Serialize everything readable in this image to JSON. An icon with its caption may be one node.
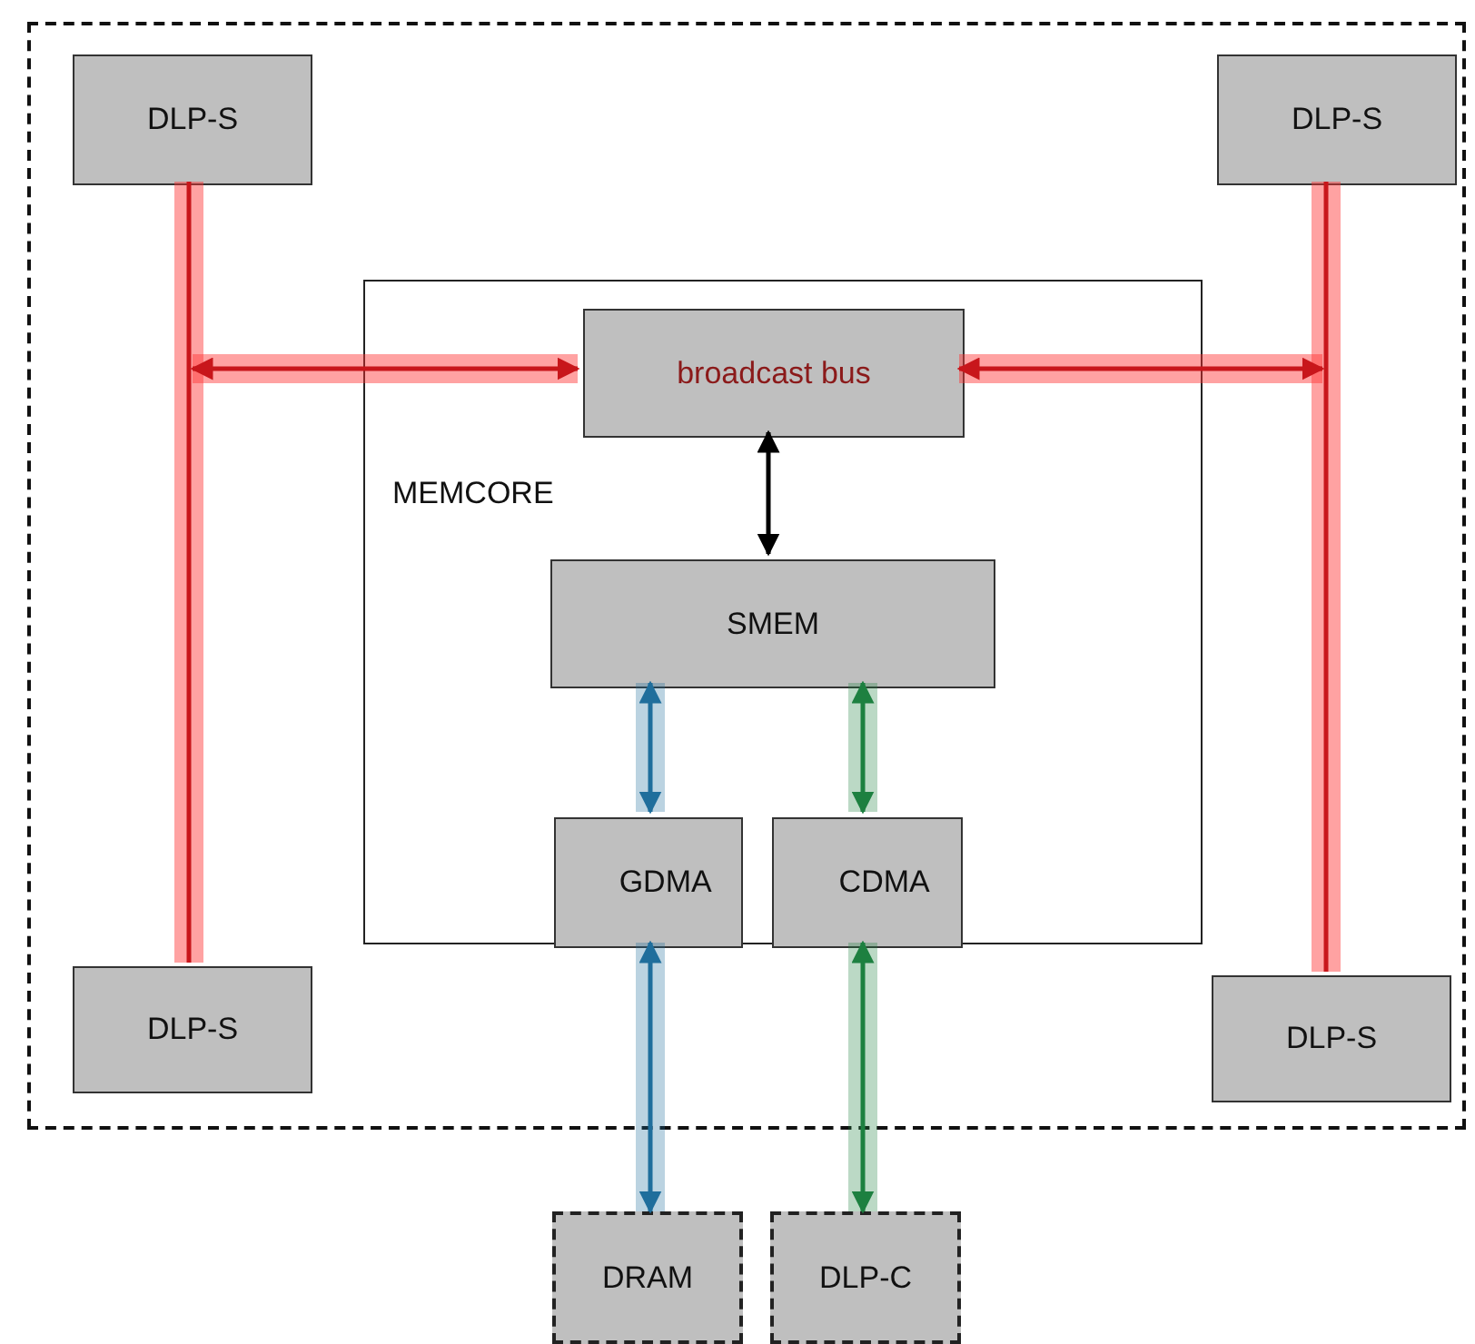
{
  "diagram": {
    "nodes": [
      {
        "text": [],
        "shape": "box"
      },
      {
        "text": [
          "DLP-S"
        ],
        "in": 0
      },
      {
        "text": [
          "DLP-S"
        ],
        "in": 0
      },
      {
        "text": [
          "MEMCORE"
        ],
        "in": 0
      },
      {
        "text": [
          "broadcast bus"
        ],
        "in": 3
      },
      {
        "text": [
          "SMEM"
        ],
        "in": 3
      },
      {
        "text": [
          "GDMA"
        ],
        "in": 3
      },
      {
        "text": [
          "CDMA"
        ],
        "in": 3
      },
      {
        "text": [
          "DLP-S"
        ],
        "in": 0
      },
      {
        "text": [
          "DLP-S"
        ],
        "in": 0
      },
      {
        "text": [
          "DRAM"
        ]
      },
      {
        "text": [
          "DLP-C"
        ]
      }
    ],
    "edges": [
      {
        "from": 1,
        "to": 8,
        "arrow": "none"
      },
      {
        "from": 2,
        "to": 9,
        "arrow": "none"
      },
      {
        "from": null,
        "to": 4,
        "arrow": "both"
      },
      {
        "from": null,
        "to": 4,
        "arrow": "both"
      },
      {
        "from": 4,
        "to": 5,
        "arrow": "both",
        "color": "#000000"
      },
      {
        "from": 5,
        "to": 6,
        "arrow": "both",
        "color": "#1f6e9c"
      },
      {
        "from": 6,
        "to": 10,
        "arrow": "both",
        "color": "#1f6e9c"
      },
      {
        "from": 5,
        "to": 7,
        "arrow": "both",
        "color": "#1d8040"
      },
      {
        "from": 7,
        "to": 11,
        "arrow": "both",
        "color": "#1d8040"
      }
    ]
  }
}
